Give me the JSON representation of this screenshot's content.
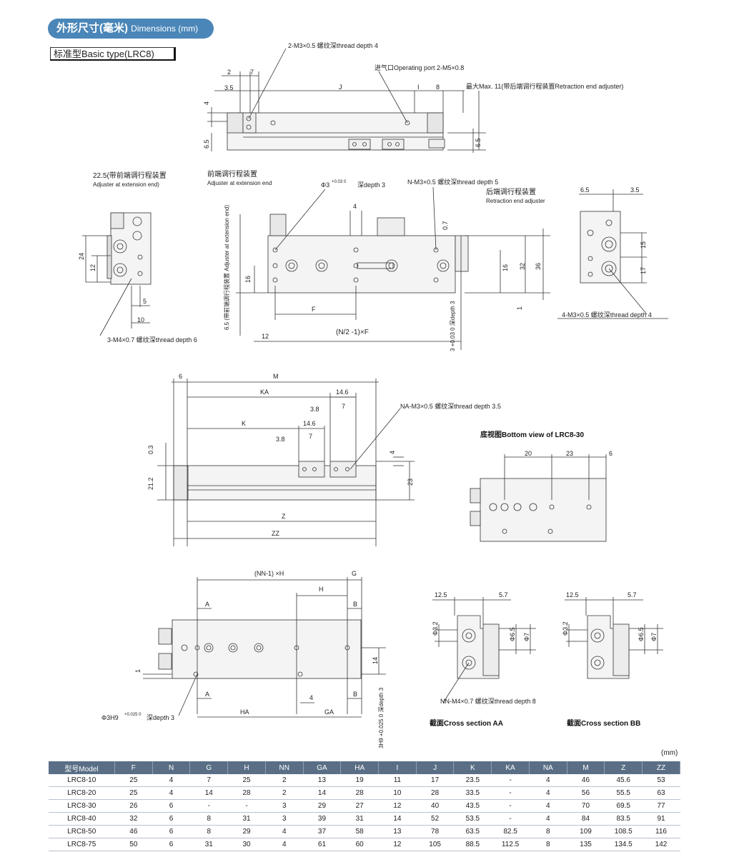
{
  "header": {
    "title_cn": "外形尺寸(毫米)",
    "title_en": "Dimensions (mm)"
  },
  "subtitle": "标准型Basic type(LRC8)",
  "labels": {
    "top_thread": "2-M3×0.5 螺纹深thread depth 4",
    "operating_port": "进气口Operating port 2-M5×0.8",
    "max11": "最大Max. 11(带后端调行程装置Retraction end adjuster)",
    "adj_ext_cn": "22.5(带前端调行程装置",
    "adj_ext_en": "Adjuster at extension end)",
    "front_adj_cn": "前端调行程装置",
    "front_adj_en": "Adjuster at extension end",
    "phi3": "Φ3",
    "phi3_tol": "+0.03 0",
    "depth3": "深depth 3",
    "n_thread": "N-M3×0.5 螺纹深thread depth 5",
    "rear_adj_cn": "后端调行程装置",
    "rear_adj_en": "Retraction end adjuster",
    "m4_thread": "3-M4×0.7 螺纹深thread depth 6",
    "m3_thread4": "4-M3×0.5 螺纹深thread depth 4",
    "na_thread": "NA-M3×0.5 螺纹深thread depth 3.5",
    "bottom_view": "底视图Bottom view of  LRC8-30",
    "nn_thread": "NN-M4×0.7 螺纹深thread depth 8",
    "phi3h9": "Φ3H9",
    "h9_tol": "+0.025 0",
    "h9_depth": "深depth 3",
    "h9_vertical": "3H9 +0.025 0 深depth 3",
    "phi3_vertical": "3 +0.03 0 深depth 3",
    "ext_vertical": "6.5 (带前端调行程装置 Adjuster at extension end)",
    "section_aa": "截面Cross section AA",
    "section_bb": "截面Cross section BB",
    "nf_formula": "(N/2 -1)×F",
    "nnh_formula": "(NN-1)×H"
  },
  "dims": {
    "d2": "2",
    "d7": "7",
    "d35": "3.5",
    "dJ": "J",
    "dI": "I",
    "d8": "8",
    "d4": "4",
    "d65": "6.5",
    "d24": "24",
    "d12": "12",
    "d5": "5",
    "d10": "10",
    "d16": "16",
    "dF": "F",
    "d12b": "12",
    "d07": "0.7",
    "d32": "32",
    "d36": "36",
    "d1": "1",
    "d15": "15",
    "d17": "17",
    "d6": "6",
    "dM": "M",
    "dKA": "KA",
    "d146": "14.6",
    "d38": "3.8",
    "dK": "K",
    "d03": "0.3",
    "d212": "21.2",
    "d23": "23",
    "dZ": "Z",
    "dZZ": "ZZ",
    "d20": "20",
    "dNNH": "(NN-1) ×H",
    "dG": "G",
    "dH": "H",
    "dA": "A",
    "dB": "B",
    "d14": "14",
    "dHA": "HA",
    "dGA": "GA",
    "d125": "12.5",
    "d57": "5.7",
    "d32b": "Φ3.2",
    "d65b": "Φ6.5",
    "d7b": "Φ7"
  },
  "table": {
    "unit": "(mm)",
    "headers": [
      "型号Model",
      "F",
      "N",
      "G",
      "H",
      "NN",
      "GA",
      "HA",
      "I",
      "J",
      "K",
      "KA",
      "NA",
      "M",
      "Z",
      "ZZ"
    ],
    "rows": [
      [
        "LRC8-10",
        "25",
        "4",
        "7",
        "25",
        "2",
        "13",
        "19",
        "11",
        "17",
        "23.5",
        "-",
        "4",
        "46",
        "45.6",
        "53"
      ],
      [
        "LRC8-20",
        "25",
        "4",
        "14",
        "28",
        "2",
        "14",
        "28",
        "10",
        "28",
        "33.5",
        "-",
        "4",
        "56",
        "55.5",
        "63"
      ],
      [
        "LRC8-30",
        "26",
        "6",
        "-",
        "-",
        "3",
        "29",
        "27",
        "12",
        "40",
        "43.5",
        "-",
        "4",
        "70",
        "69.5",
        "77"
      ],
      [
        "LRC8-40",
        "32",
        "6",
        "8",
        "31",
        "3",
        "39",
        "31",
        "14",
        "52",
        "53.5",
        "-",
        "4",
        "84",
        "83.5",
        "91"
      ],
      [
        "LRC8-50",
        "46",
        "6",
        "8",
        "29",
        "4",
        "37",
        "58",
        "13",
        "78",
        "63.5",
        "82.5",
        "8",
        "109",
        "108.5",
        "116"
      ],
      [
        "LRC8-75",
        "50",
        "6",
        "31",
        "30",
        "4",
        "61",
        "60",
        "12",
        "105",
        "88.5",
        "112.5",
        "8",
        "135",
        "134.5",
        "142"
      ]
    ]
  },
  "colors": {
    "accent": "#4a86b8",
    "table_header": "#5a6f86",
    "line": "#333333"
  }
}
